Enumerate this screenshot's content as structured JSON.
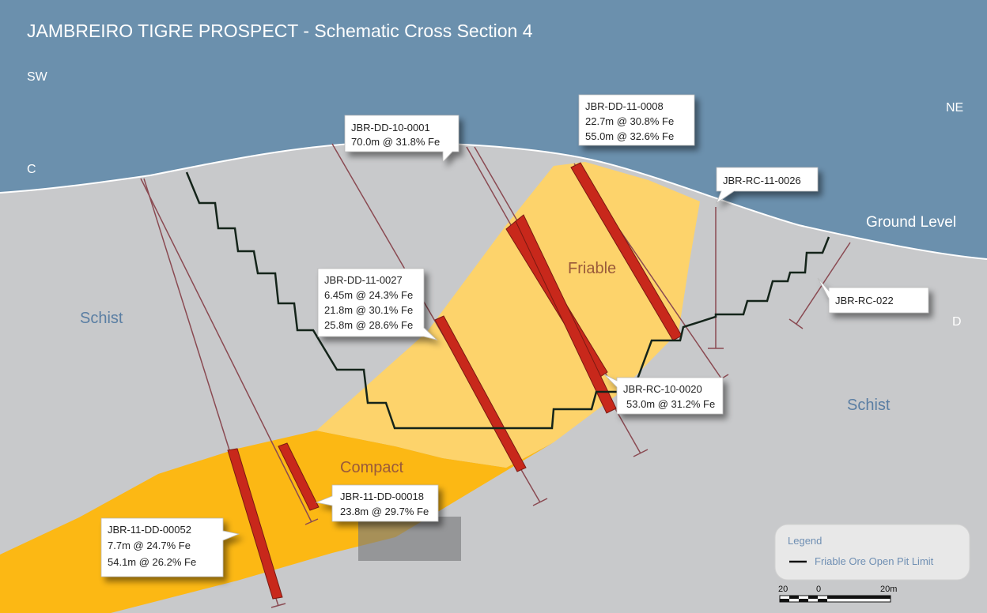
{
  "title": "JAMBREIRO TIGRE PROSPECT - Schematic Cross Section 4",
  "orientation": {
    "left": "SW",
    "right": "NE"
  },
  "section_ends": {
    "left": "C",
    "right": "D"
  },
  "labels": {
    "ground_level": "Ground Level",
    "schist_left": "Schist",
    "schist_right": "Schist",
    "friable": "Friable",
    "compact": "Compact"
  },
  "drillholes": [
    {
      "id": "JBR-DD-10-0001",
      "intercepts": [
        "70.0m @ 31.8% Fe"
      ]
    },
    {
      "id": "JBR-DD-11-0008",
      "intercepts": [
        "22.7m @ 30.8% Fe",
        "55.0m @ 32.6% Fe"
      ]
    },
    {
      "id": "JBR-RC-11-0026",
      "intercepts": []
    },
    {
      "id": "JBR-RC-022",
      "intercepts": []
    },
    {
      "id": "JBR-DD-11-0027",
      "intercepts": [
        "6.45m @ 24.3% Fe",
        "21.8m @ 30.1% Fe",
        "25.8m @ 28.6% Fe"
      ]
    },
    {
      "id": "JBR-RC-10-0020",
      "intercepts": [
        "53.0m @ 31.2% Fe"
      ]
    },
    {
      "id": "JBR-11-DD-00018",
      "intercepts": [
        "23.8m @ 29.7% Fe"
      ]
    },
    {
      "id": "JBR-11-DD-00052",
      "intercepts": [
        "7.7m @ 24.7% Fe",
        "54.1m @ 26.2% Fe"
      ]
    }
  ],
  "legend": {
    "title": "Legend",
    "item": "Friable Ore Open Pit Limit"
  },
  "scale_bar": {
    "left": "20",
    "middle": "0",
    "right": "20m"
  },
  "colors": {
    "sky": "#6b90ad",
    "schist": "#c8c9cb",
    "friable": "#fdd36b",
    "compact": "#fcb814",
    "ore_intercept": "#c8281b",
    "drill_trace": "#8a4a52",
    "pit_limit": "#14241a"
  }
}
